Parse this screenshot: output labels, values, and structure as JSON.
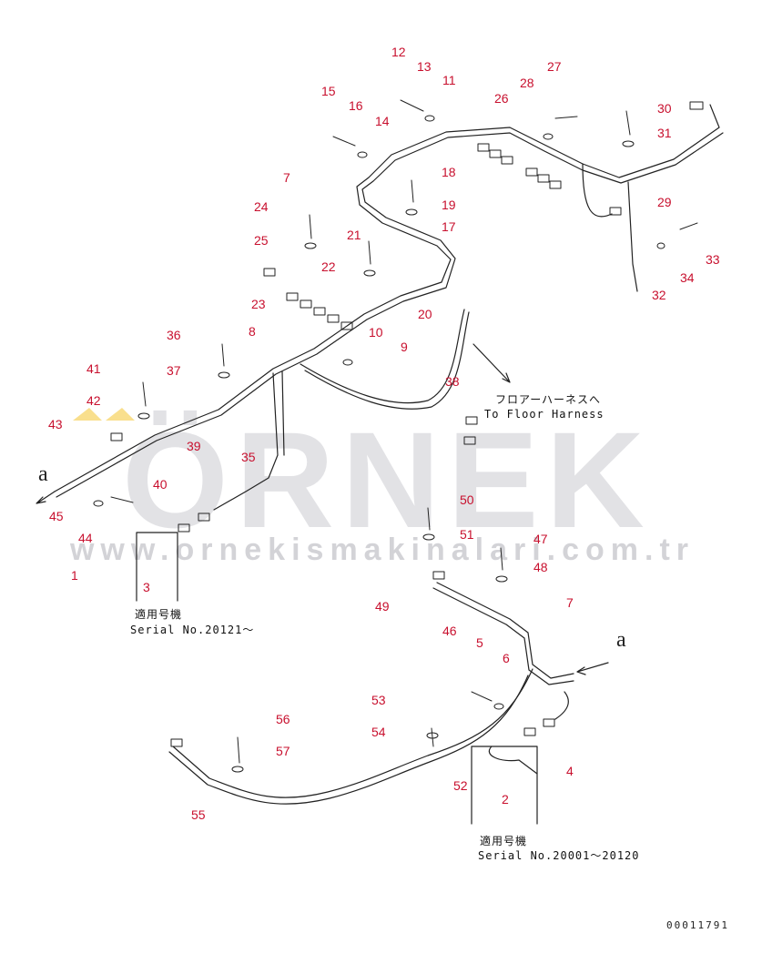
{
  "watermark": {
    "brand": "ÖRNEK",
    "url": "www.ornekismakinalari.com.tr"
  },
  "drawing_number": "00011791",
  "notes": {
    "floor_harness_jp": "フロアーハーネスへ",
    "floor_harness_en": "To Floor Harness",
    "serial_a_jp": "適用号機",
    "serial_a": "Serial No.20121〜",
    "serial_b_jp": "適用号機",
    "serial_b": "Serial No.20001〜20120"
  },
  "connection_labels": {
    "top": "a",
    "bottom": "a"
  },
  "callouts": [
    "1",
    "2",
    "3",
    "4",
    "5",
    "6",
    "7",
    "7",
    "8",
    "9",
    "10",
    "11",
    "12",
    "13",
    "14",
    "15",
    "16",
    "17",
    "18",
    "19",
    "20",
    "21",
    "22",
    "23",
    "24",
    "25",
    "26",
    "27",
    "28",
    "29",
    "30",
    "31",
    "32",
    "33",
    "34",
    "35",
    "36",
    "37",
    "38",
    "39",
    "40",
    "41",
    "42",
    "43",
    "44",
    "45",
    "46",
    "47",
    "48",
    "49",
    "50",
    "51",
    "52",
    "53",
    "54",
    "55",
    "56",
    "57"
  ],
  "colors": {
    "callout": "#c8102e",
    "line": "#222222",
    "watermark": "#9a9aa0",
    "accent": "#f4c430"
  }
}
